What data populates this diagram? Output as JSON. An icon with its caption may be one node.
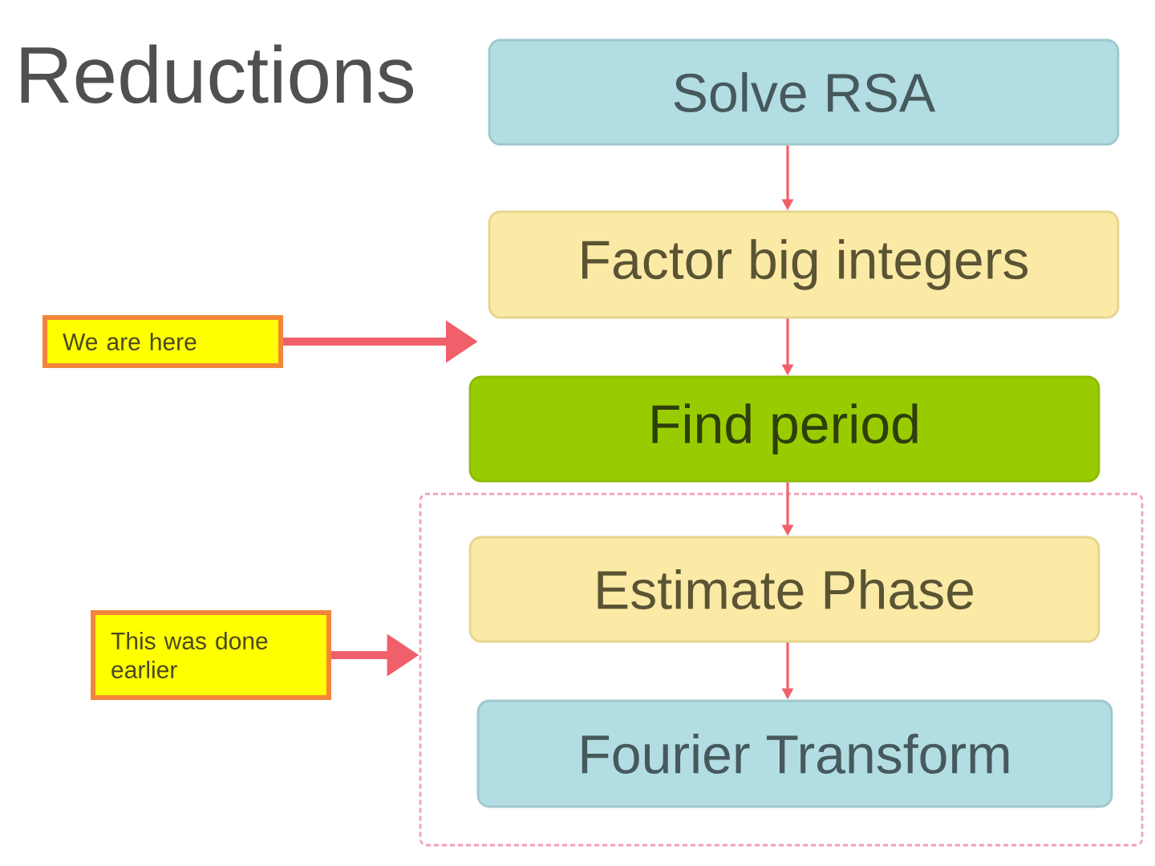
{
  "diagram": {
    "title": "Reductions",
    "nodes": [
      {
        "text": [
          "Solve RSA"
        ]
      },
      {
        "text": [
          "Factor big integers"
        ]
      },
      {
        "text": [
          "Find period"
        ]
      },
      {
        "text": [],
        "shape": "box"
      },
      {
        "text": [
          "Estimate Phase"
        ],
        "in": 3
      },
      {
        "text": [
          "Fourier Transform"
        ],
        "in": 3
      },
      {
        "text": [
          "We are here"
        ]
      },
      {
        "text": [
          "This was done earlier"
        ]
      }
    ],
    "edges": [
      {
        "from": 0,
        "to": 1,
        "arrow": "to"
      },
      {
        "from": 1,
        "to": 2,
        "arrow": "to"
      },
      {
        "from": 2,
        "to": 4,
        "arrow": "to"
      },
      {
        "from": 4,
        "to": 5,
        "arrow": "to"
      },
      {
        "from": 6,
        "to": null,
        "arrow": "to",
        "style": "thick"
      },
      {
        "from": 7,
        "to": 3,
        "arrow": "to",
        "style": "thick"
      }
    ]
  }
}
